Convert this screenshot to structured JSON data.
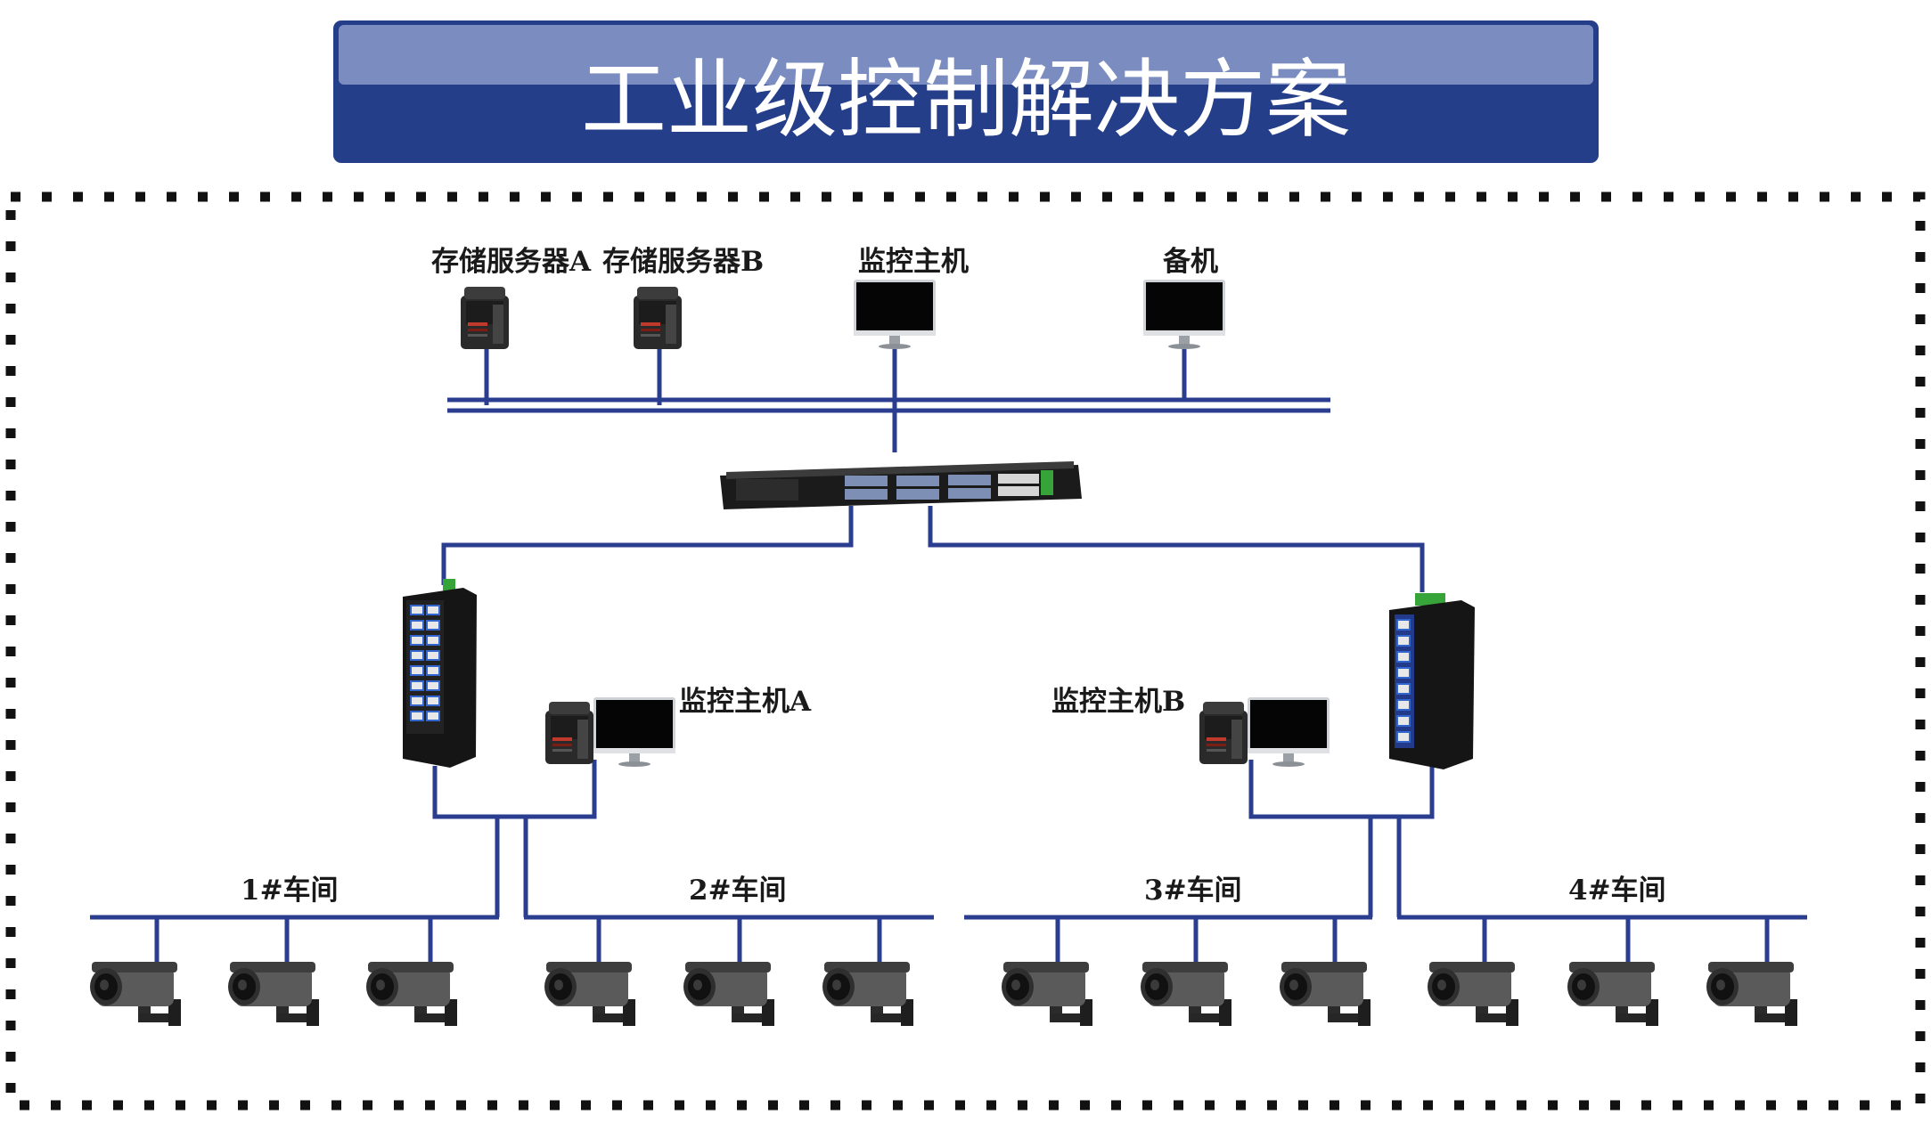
{
  "title": "工业级控制解决方案",
  "colors": {
    "line": "#2b3d8f",
    "banner_dark": "#253e8a",
    "banner_light": "#7b8dc0",
    "border": "#111111"
  },
  "top_labels": {
    "server_a": "存储服务器A",
    "server_b": "存储服务器B",
    "monitor_host": "监控主机",
    "standby": "备机"
  },
  "host_labels": {
    "host_a": "监控主机A",
    "host_b": "监控主机B"
  },
  "workshops": [
    "1#车间",
    "2#车间",
    "3#车间",
    "4#车间"
  ],
  "icons": {
    "server": "server-icon",
    "monitor": "monitor-icon",
    "rack_switch": "rack-switch-icon",
    "din_switch": "din-rail-switch-icon",
    "camera": "bullet-camera-icon"
  }
}
